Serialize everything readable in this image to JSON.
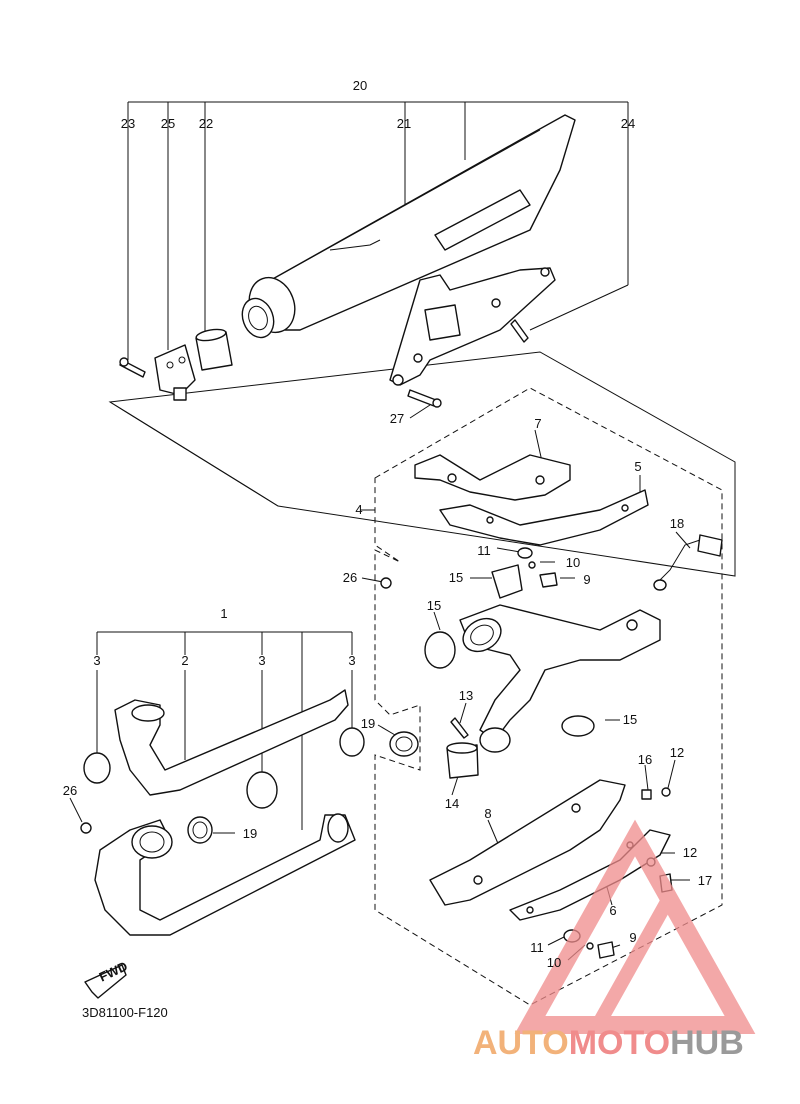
{
  "labels": {
    "l20": "20",
    "l23": "23",
    "l25": "25",
    "l22": "22",
    "l21": "21",
    "l24": "24",
    "l27": "27",
    "l7": "7",
    "l5": "5",
    "l4": "4",
    "l11a": "11",
    "l10a": "10",
    "l9a": "9",
    "l18": "18",
    "l26a": "26",
    "l15a": "15",
    "l15b": "15",
    "l1": "1",
    "l3a": "3",
    "l2": "2",
    "l3b": "3",
    "l3c": "3",
    "l13": "13",
    "l19a": "19",
    "l15c": "15",
    "l16": "16",
    "l12a": "12",
    "l26b": "26",
    "l19b": "19",
    "l14": "14",
    "l8": "8",
    "l12b": "12",
    "l17": "17",
    "l6": "6",
    "l11b": "11",
    "l10b": "10",
    "l9b": "9"
  },
  "fwd_text": "FWD",
  "diagram_code": "3D81100-F120",
  "watermark": {
    "part1": "AUTO",
    "part2": "MOTO",
    "part3": "HUB"
  },
  "colors": {
    "line": "#111111",
    "watermark_red": "#f08c8c",
    "watermark_orange": "#f2b27a",
    "watermark_gray": "#9a9a9a"
  }
}
